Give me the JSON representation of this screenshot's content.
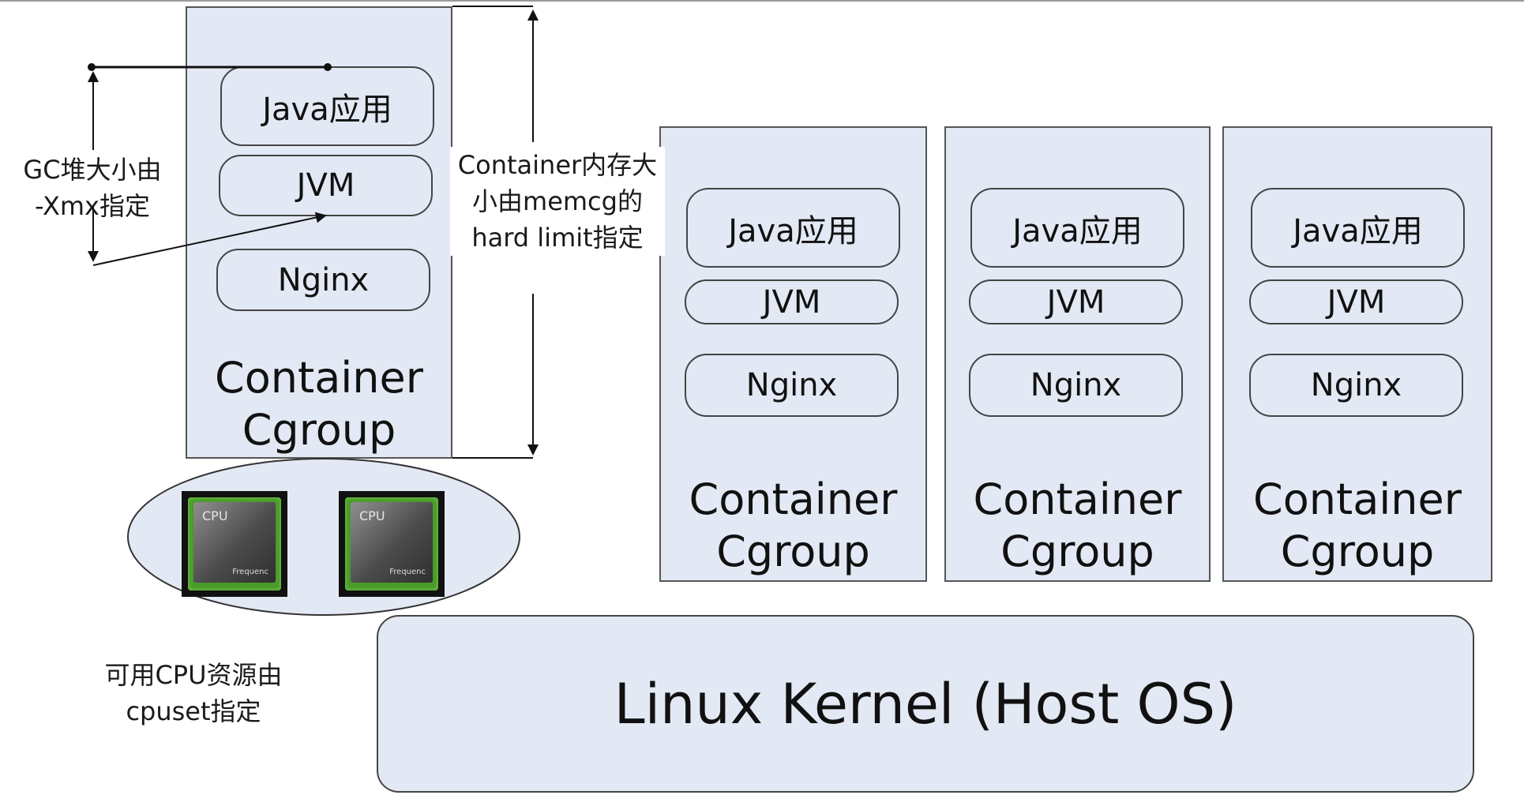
{
  "containers": [
    {
      "app": "Java应用",
      "jvm": "JVM",
      "nginx": "Nginx",
      "label_line1": "Container",
      "label_line2": "Cgroup"
    },
    {
      "app": "Java应用",
      "jvm": "JVM",
      "nginx": "Nginx",
      "label_line1": "Container",
      "label_line2": "Cgroup"
    },
    {
      "app": "Java应用",
      "jvm": "JVM",
      "nginx": "Nginx",
      "label_line1": "Container",
      "label_line2": "Cgroup"
    },
    {
      "app": "Java应用",
      "jvm": "JVM",
      "nginx": "Nginx",
      "label_line1": "Container",
      "label_line2": "Cgroup"
    }
  ],
  "annotations": {
    "gc_heap": {
      "line1": "GC堆大小由",
      "line2": "-Xmx指定"
    },
    "container_memory": {
      "line1": "Container内存大",
      "line2": "小由memcg的",
      "line3": "hard limit指定"
    },
    "cpu_resources": {
      "line1": "可用CPU资源由",
      "line2": "cpuset指定"
    }
  },
  "cpus": [
    {
      "chip_label": "CPU",
      "small_label": "Frequenc"
    },
    {
      "chip_label": "CPU",
      "small_label": "Frequenc"
    }
  ],
  "kernel": {
    "label": "Linux Kernel (Host OS)"
  },
  "colors": {
    "box_fill": "#e3e9f4",
    "outline": "#444444",
    "cpu_green": "#4a9a2c"
  }
}
